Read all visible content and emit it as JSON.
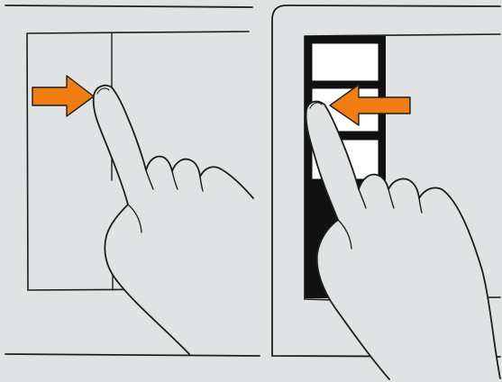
{
  "colors": {
    "background": "#dfe3e4",
    "ink": "#1e1e1e",
    "arrow": "#f07d12",
    "panel_dark": "#111111",
    "panel_light": "#ffffff"
  },
  "panels": [
    {
      "gesture": "swipe-in-from-left-edge",
      "arrow_direction": "right",
      "icon": "pointing-hand-icon"
    },
    {
      "gesture": "swipe-back-toward-left-edge",
      "arrow_direction": "left",
      "icon": "pointing-hand-icon"
    }
  ]
}
